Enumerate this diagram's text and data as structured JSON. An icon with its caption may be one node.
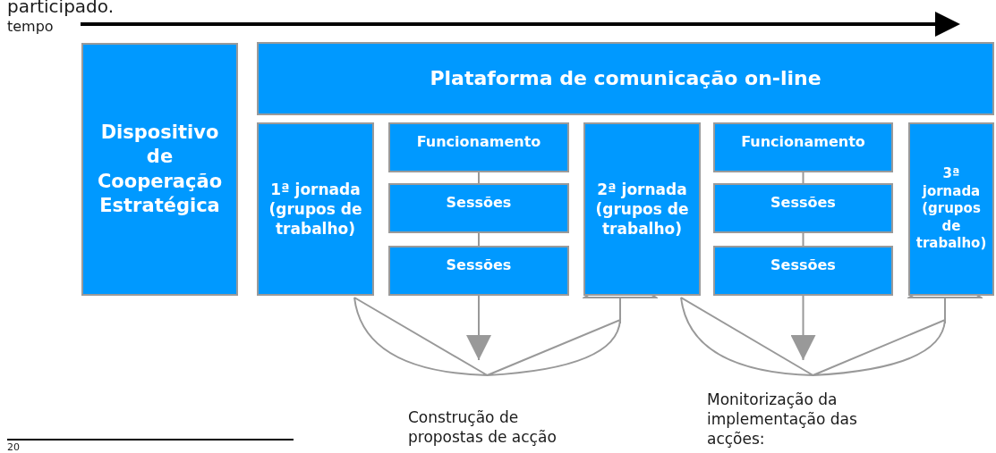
{
  "diagram": {
    "nodes": [
      {
        "text": [
          "Dispositivo de Cooperação Estratégica"
        ]
      },
      {
        "text": [
          "Plataforma de comunicação on-line"
        ]
      },
      {
        "text": [
          "1ª jornada (grupos de trabalho)"
        ]
      },
      {
        "text": [
          "Funcionamento"
        ]
      },
      {
        "text": [
          "Sessões"
        ]
      },
      {
        "text": [
          "Sessões"
        ]
      },
      {
        "text": [
          "2ª jornada (grupos de trabalho)"
        ]
      },
      {
        "text": [
          "Funcionamento"
        ]
      },
      {
        "text": [
          "Sessões"
        ]
      },
      {
        "text": [
          "Sessões"
        ]
      },
      {
        "text": [
          "3ª jornada (grupos de trabalho)"
        ]
      }
    ],
    "edges": [
      {
        "from": 3,
        "to": 4,
        "arrow": "none"
      },
      {
        "from": 4,
        "to": 5,
        "arrow": "none"
      },
      {
        "from": 5,
        "to": null,
        "arrow": "to"
      },
      {
        "from": 2,
        "to": 6,
        "arrow": "to"
      },
      {
        "from": 7,
        "to": 8,
        "arrow": "none"
      },
      {
        "from": 8,
        "to": 9,
        "arrow": "none"
      },
      {
        "from": 9,
        "to": null,
        "arrow": "to"
      },
      {
        "from": 6,
        "to": 10,
        "arrow": "to"
      }
    ],
    "labels": [
      "participado.",
      "tempo",
      "Construção de propostas de acção",
      "Monitorização da implementação das acções:",
      "20"
    ]
  }
}
